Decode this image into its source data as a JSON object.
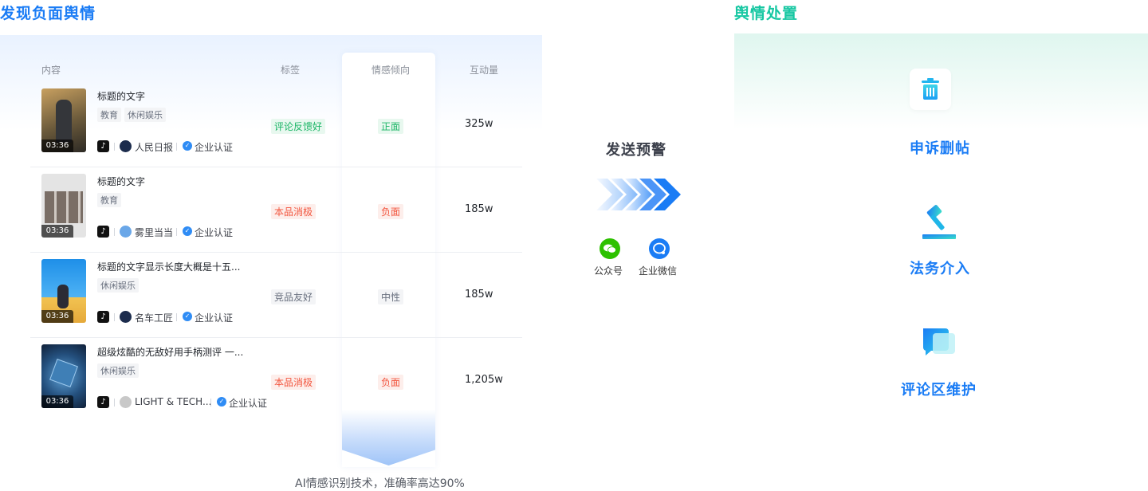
{
  "sections": {
    "left_title": "发现负面舆情",
    "right_title": "舆情处置"
  },
  "table": {
    "headers": {
      "content": "内容",
      "label": "标签",
      "sentiment": "情感倾向",
      "metric": "互动量"
    },
    "rows": [
      {
        "title": "标题的文字",
        "tags": [
          "教育",
          "休闲娱乐"
        ],
        "duration": "03:36",
        "account": "人民日报",
        "verified": "企业认证",
        "label": "评论反馈好",
        "label_color": "green",
        "sentiment": "正面",
        "sentiment_color": "green",
        "metric": "325w"
      },
      {
        "title": "标题的文字",
        "tags": [
          "教育"
        ],
        "duration": "03:36",
        "account": "雾里当当",
        "verified": "企业认证",
        "label": "本品消极",
        "label_color": "red",
        "sentiment": "负面",
        "sentiment_color": "red",
        "metric": "185w"
      },
      {
        "title": "标题的文字显示长度大概是十五...",
        "tags": [
          "休闲娱乐"
        ],
        "duration": "03:36",
        "account": "名车工匠",
        "verified": "企业认证",
        "label": "竞品友好",
        "label_color": "gray",
        "sentiment": "中性",
        "sentiment_color": "gray",
        "metric": "185w"
      },
      {
        "title": "超级炫酷的无敌好用手柄测评 一...",
        "tags": [
          "休闲娱乐"
        ],
        "duration": "03:36",
        "account": "LIGHT & TECH...",
        "verified": "企业认证",
        "label": "本品消极",
        "label_color": "red",
        "sentiment": "负面",
        "sentiment_color": "red",
        "metric": "1,205w"
      }
    ],
    "caption": "AI情感识别技术，准确率高达90%"
  },
  "warning": {
    "title": "发送预警",
    "channels": [
      {
        "label": "公众号",
        "icon": "wechat-icon"
      },
      {
        "label": "企业微信",
        "icon": "wecom-icon"
      }
    ]
  },
  "actions": [
    {
      "label": "申诉删帖",
      "icon": "trash-icon"
    },
    {
      "label": "法务介入",
      "icon": "gavel-icon"
    },
    {
      "label": "评论区维护",
      "icon": "comment-icon"
    }
  ],
  "colors": {
    "primary": "#1a7cf5",
    "accent_green": "#16c7a2",
    "positive": "#1bb566",
    "negative": "#f2553e"
  }
}
